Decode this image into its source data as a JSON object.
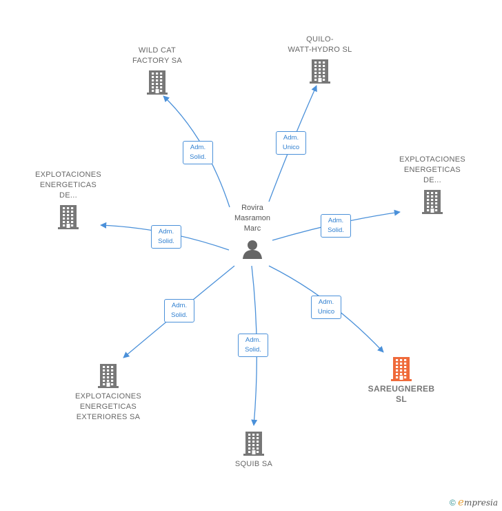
{
  "center": {
    "name_lines": [
      "Rovira",
      "Masramon",
      "Marc"
    ],
    "icon": "person-icon"
  },
  "companies": [
    {
      "id": "wild-cat",
      "lines": [
        "WILD CAT",
        "FACTORY SA"
      ],
      "icon": "building-icon",
      "highlight": false
    },
    {
      "id": "quilo",
      "lines": [
        "QUILO-",
        "WATT-HYDRO SL"
      ],
      "icon": "building-icon",
      "highlight": false
    },
    {
      "id": "explot-right",
      "lines": [
        "EXPLOTACIONES",
        "ENERGETICAS",
        "DE..."
      ],
      "icon": "building-icon",
      "highlight": false
    },
    {
      "id": "explot-left",
      "lines": [
        "EXPLOTACIONES",
        "ENERGETICAS",
        "DE..."
      ],
      "icon": "building-icon",
      "highlight": false
    },
    {
      "id": "explot-ext",
      "lines": [
        "EXPLOTACIONES",
        "ENERGETICAS",
        "EXTERIORES SA"
      ],
      "icon": "building-icon",
      "highlight": false
    },
    {
      "id": "squib",
      "lines": [
        "SQUIB SA"
      ],
      "icon": "building-icon",
      "highlight": false
    },
    {
      "id": "sareug",
      "lines": [
        "SAREUGNEREB",
        "SL"
      ],
      "icon": "building-icon",
      "highlight": true
    }
  ],
  "relations": [
    {
      "to": "wild-cat",
      "lines": [
        "Adm.",
        "Solid."
      ]
    },
    {
      "to": "quilo",
      "lines": [
        "Adm.",
        "Unico"
      ]
    },
    {
      "to": "explot-right",
      "lines": [
        "Adm.",
        "Solid."
      ]
    },
    {
      "to": "explot-left",
      "lines": [
        "Adm.",
        "Solid."
      ]
    },
    {
      "to": "explot-ext",
      "lines": [
        "Adm.",
        "Solid."
      ]
    },
    {
      "to": "squib",
      "lines": [
        "Adm.",
        "Solid."
      ]
    },
    {
      "to": "sareug",
      "lines": [
        "Adm.",
        "Unico"
      ]
    }
  ],
  "colors": {
    "edge": "#4a90d9",
    "building": "#777777",
    "building_highlight": "#ef6a3a",
    "person": "#666666"
  },
  "footer": {
    "copyright": "©",
    "brand_initial": "e",
    "brand_rest": "mpresia"
  }
}
